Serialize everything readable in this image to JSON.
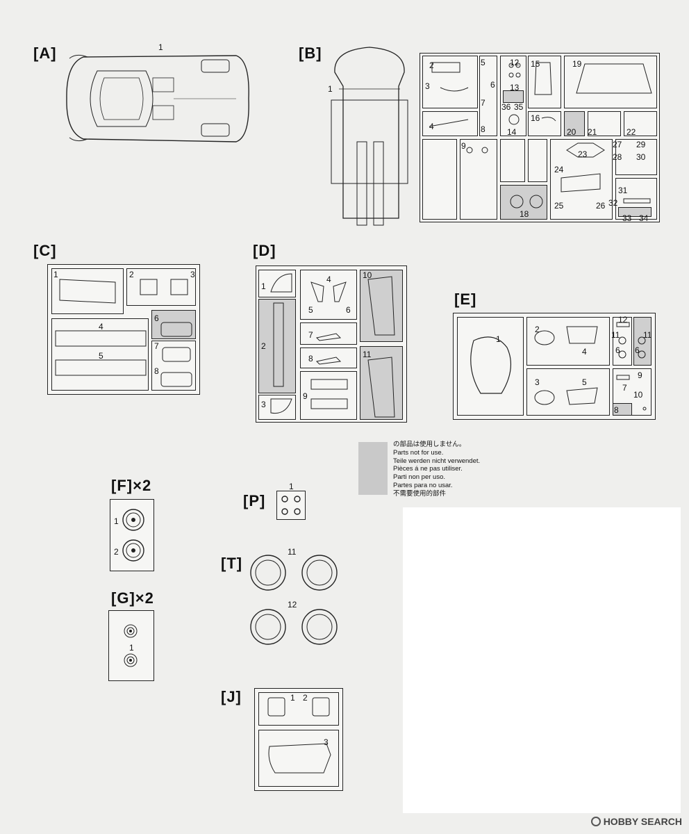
{
  "sheets": {
    "A": {
      "label": "[A]",
      "parts": [
        "1"
      ]
    },
    "B": {
      "label": "[B]",
      "parts": [
        "1",
        "2",
        "3",
        "4",
        "5",
        "6",
        "7",
        "8",
        "9",
        "12",
        "13",
        "14",
        "15",
        "16",
        "18",
        "19",
        "20",
        "21",
        "22",
        "23",
        "24",
        "25",
        "26",
        "27",
        "28",
        "29",
        "30",
        "31",
        "32",
        "33",
        "34",
        "35",
        "36"
      ]
    },
    "C": {
      "label": "[C]",
      "parts": [
        "1",
        "2",
        "3",
        "4",
        "5",
        "6",
        "7",
        "8"
      ]
    },
    "D": {
      "label": "[D]",
      "parts": [
        "1",
        "2",
        "3",
        "4",
        "5",
        "6",
        "7",
        "8",
        "9",
        "10",
        "11"
      ]
    },
    "E": {
      "label": "[E]",
      "parts": [
        "1",
        "2",
        "3",
        "4",
        "5",
        "6",
        "6",
        "7",
        "8",
        "9",
        "10",
        "11",
        "11",
        "12"
      ]
    },
    "F": {
      "label": "[F]×2",
      "parts": [
        "1",
        "2"
      ]
    },
    "G": {
      "label": "[G]×2",
      "parts": [
        "1"
      ]
    },
    "P": {
      "label": "[P]",
      "parts": [
        "1"
      ]
    },
    "T": {
      "label": "[T]",
      "parts": [
        "11",
        "12"
      ]
    },
    "J": {
      "label": "[J]",
      "parts": [
        "1",
        "2",
        "3"
      ]
    }
  },
  "legend": {
    "gray_color": "#c9c9c9",
    "lines": [
      "の部品は使用しません。",
      "Parts not for use.",
      "Teile werden nicht verwendet.",
      "Pièces á ne pas utiliser.",
      "Parti non per uso.",
      "Partes para no usar.",
      "不需要使用的部件"
    ]
  },
  "watermark": "HOBBY SEARCH"
}
